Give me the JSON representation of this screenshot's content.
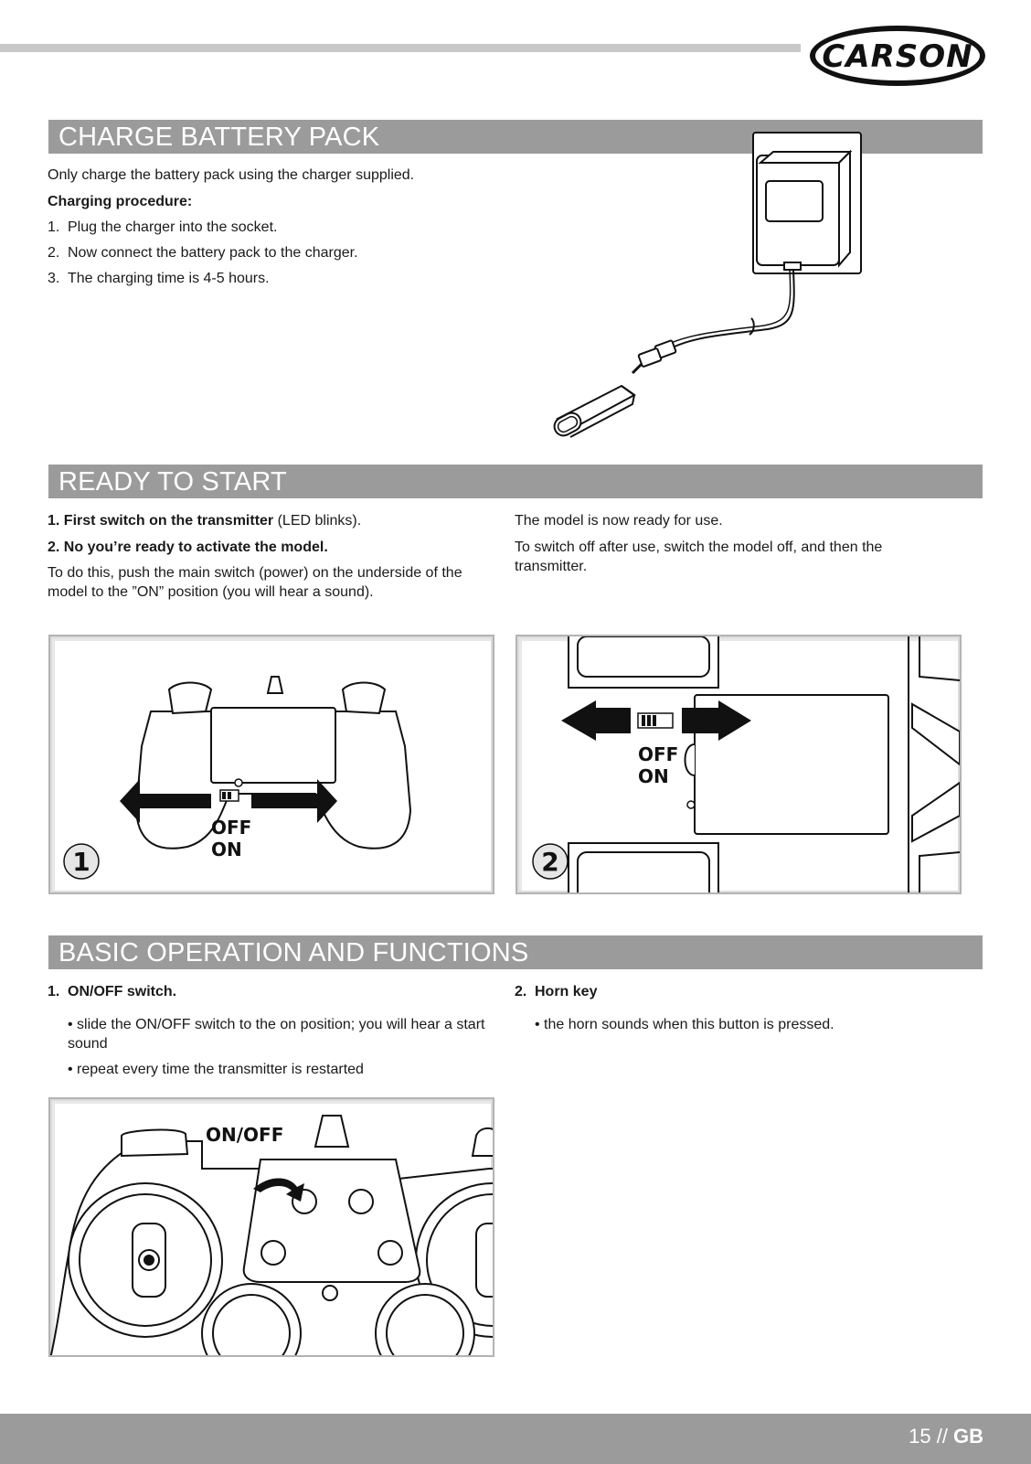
{
  "header": {
    "brand": "CARSON"
  },
  "sections": {
    "charge": {
      "title": "CHARGE BATTERY PACK",
      "intro": "Only charge the battery pack using the charger supplied.",
      "procedure_label": "Charging procedure:",
      "steps": [
        {
          "num": "1.",
          "text": "Plug the charger into the socket."
        },
        {
          "num": "2.",
          "text": "Now connect the battery pack to the charger."
        },
        {
          "num": "3.",
          "text": "The charging time is 4-5 hours."
        }
      ]
    },
    "ready": {
      "title": "READY TO START",
      "step1_bold": "1. First switch on the transmitter",
      "step1_rest": " (LED blinks).",
      "step2_bold": "2. No you’re ready to activate the model.",
      "step2_text": "To do this, push the main switch (power) on the underside of the model to the ”ON” position (you will hear a sound).",
      "right_1": "The model is now ready for use.",
      "right_2": "To switch off after use, switch the model off, and then the transmitter.",
      "figure1": {
        "badge": "1",
        "off_label": "OFF",
        "on_label": "ON"
      },
      "figure2": {
        "badge": "2",
        "off_label": "OFF",
        "on_label": "ON"
      }
    },
    "basic": {
      "title": "BASIC OPERATION AND FUNCTIONS",
      "item1_num": "1.",
      "item1_title": "ON/OFF switch.",
      "item1_bullets": [
        "• slide the ON/OFF switch to the on position; you will hear a start sound",
        "• repeat every time the transmitter is restarted"
      ],
      "item2_num": "2.",
      "item2_title": "Horn key",
      "item2_bullets": [
        "• the horn sounds when this button is pressed."
      ],
      "figure3": {
        "label": "ON/OFF"
      }
    }
  },
  "footer": {
    "page": "15",
    "separator": "//",
    "lang": "GB"
  }
}
